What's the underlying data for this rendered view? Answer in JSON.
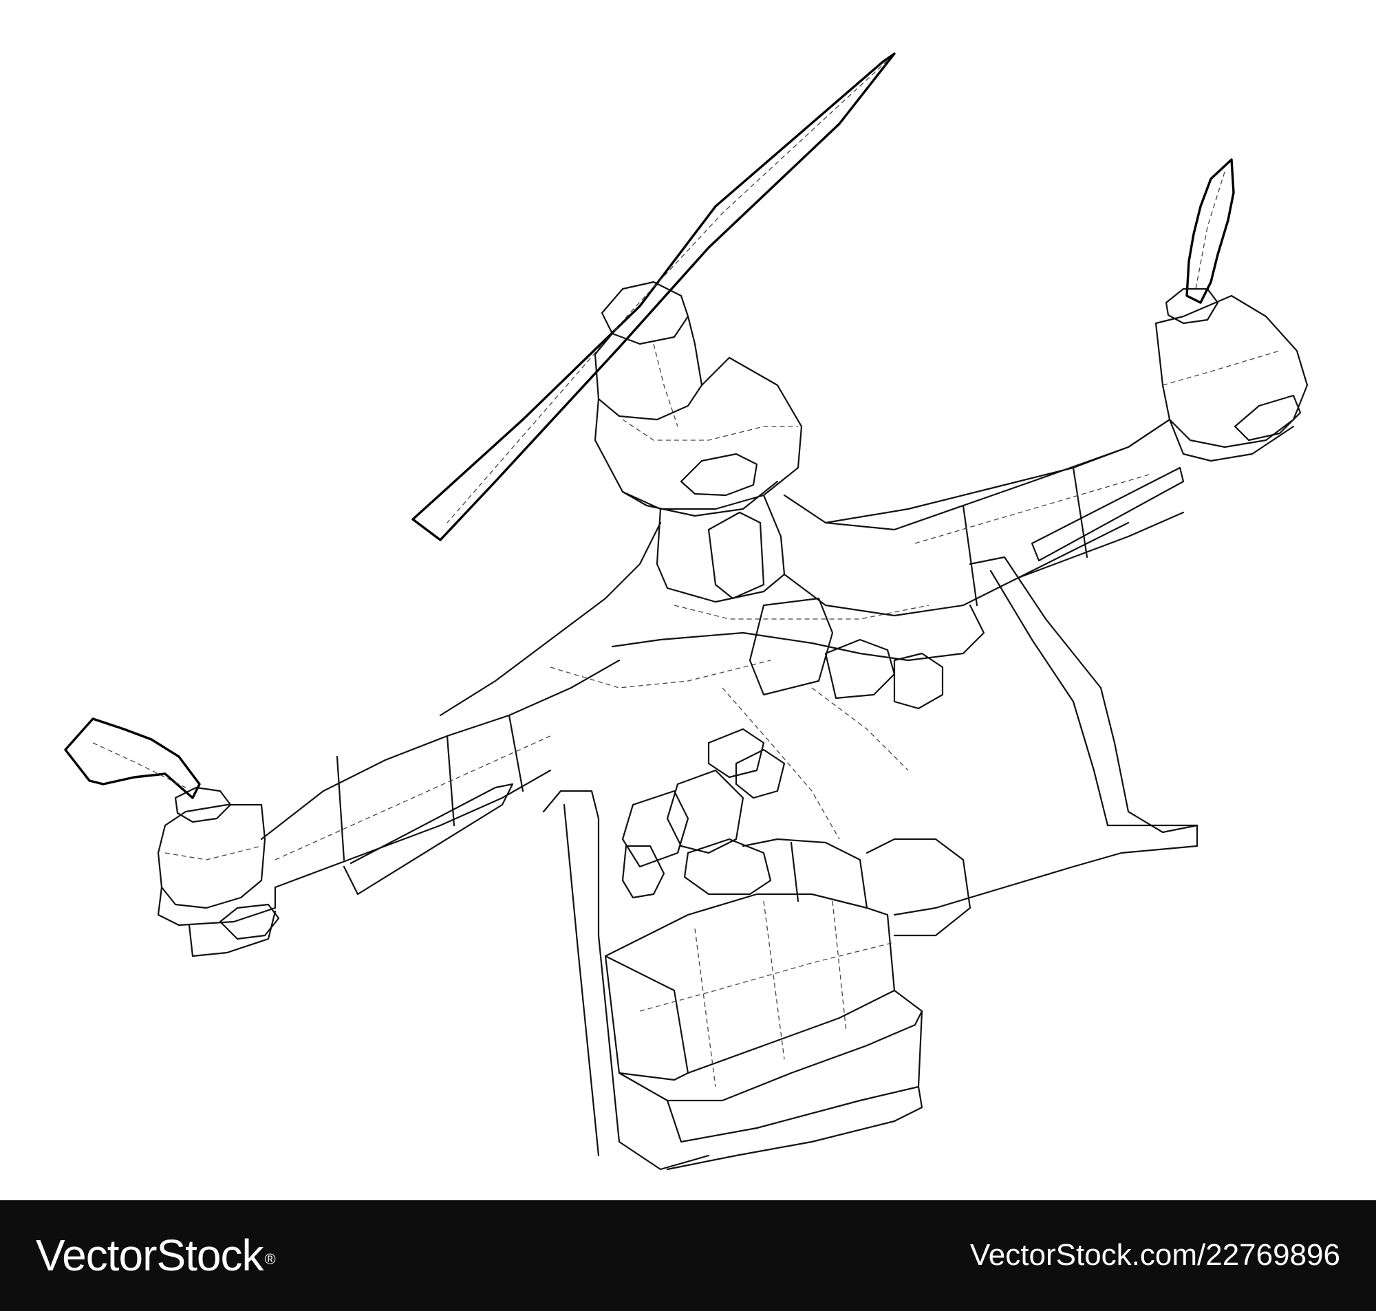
{
  "watermark": {
    "brand": "VectorStock",
    "brand_registered_mark": "®",
    "image_id": "VectorStock.com/22769896"
  },
  "illustration": {
    "subject": "quadcopter-drone-wireframe",
    "line_color": "#111111",
    "background_color": "#ffffff",
    "footer_color": "#0d0d0d"
  }
}
